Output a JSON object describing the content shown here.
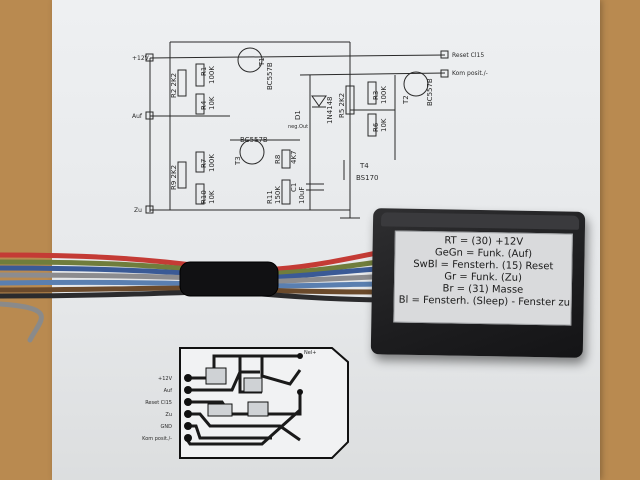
{
  "schematic": {
    "net_labels": {
      "plus12v": "+12V",
      "auf": "Auf",
      "zu": "Zu",
      "reset": "Reset Cl15",
      "komm": "Kom posit./-"
    },
    "components": {
      "t1": "T1",
      "t1_type": "BC557B",
      "t2": "T2",
      "t2_type": "BC557B",
      "t3": "T3",
      "t3_type": "BC557B",
      "t4": "T4",
      "t4_type": "BS170",
      "r1": "R1",
      "r1_val": "100K",
      "r2": "R2 2K2",
      "r3": "R3",
      "r3_val": "100K",
      "r4": "R4",
      "r4_val": "10K",
      "r5": "R5 2K2",
      "r6": "R6",
      "r6_val": "10K",
      "r7": "R7",
      "r7_val": "100K",
      "r8": "R8",
      "r8_val": "4K7",
      "r9": "R9 2K2",
      "r10": "R10",
      "r10_val": "10K",
      "r11": "R11",
      "r11_val": "150K",
      "d1": "D1",
      "d1_type": "1N4148",
      "c1": "C1",
      "c1_val": "10uF",
      "neg_out": "neg.Out"
    }
  },
  "module_label": {
    "lines": [
      "RT = (30) +12V",
      "GeGn = Funk. (Auf)",
      "SwBl = Fensterh. (15) Reset",
      "Gr = Funk. (Zu)",
      "Br = (31) Masse",
      "Bl = Fensterh. (Sleep) - Fenster zu"
    ]
  },
  "pcb": {
    "pin_labels": [
      "+12V",
      "Auf",
      "Reset Cl15",
      "Zu",
      "GND",
      "Kom posit./-"
    ],
    "top_label": "Nel+"
  },
  "colors": {
    "table": "#b98a50",
    "paper": "#e9ebed",
    "ink": "#2a2a2a",
    "module": "#1e1e20",
    "label": "#d9dadc"
  }
}
